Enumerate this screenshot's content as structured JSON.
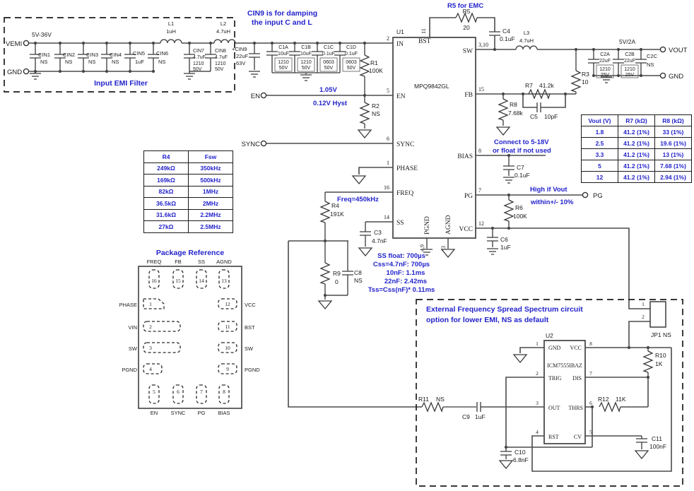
{
  "colors": {
    "annotation": "#2323cc",
    "wire": "#4b4b4b",
    "text": "#1a1a1a"
  },
  "emi": {
    "title": "Input EMI Filter",
    "rail": "5V-36V",
    "term_vemi": "VEMI",
    "term_gnd": "GND",
    "caps": [
      {
        "name": "CIN1",
        "value": "NS"
      },
      {
        "name": "CIN2",
        "value": "NS"
      },
      {
        "name": "CIN3",
        "value": "NS"
      },
      {
        "name": "CIN4",
        "value": "NS"
      },
      {
        "name": "CIN5",
        "value": "1uF"
      },
      {
        "name": "CIN6",
        "value": "NS"
      }
    ],
    "l1": {
      "name": "L1",
      "value": "1uH"
    },
    "l2": {
      "name": "L2",
      "value": "4.7uH"
    },
    "cin7": {
      "name": "CIN7",
      "value": "4.7uF",
      "size": "1210",
      "volt": "50V"
    },
    "cin8": {
      "name": "CIN8",
      "value": "4.7uF",
      "size": "1210",
      "volt": "50V"
    }
  },
  "input": {
    "note1": "CIN9 is for damping",
    "note2": "the input C and L",
    "cin9": {
      "name": "+CIN9",
      "value": "22uF",
      "volt": "63V"
    },
    "bank": [
      {
        "name": "C1A",
        "value": "10uF",
        "size": "1210",
        "volt": "50V"
      },
      {
        "name": "C1B",
        "value": "10uF",
        "size": "1210",
        "volt": "50V"
      },
      {
        "name": "C1C",
        "value": "0.1uF",
        "size": "0603",
        "volt": "50V"
      },
      {
        "name": "C1D",
        "value": "0.1uF",
        "size": "0603",
        "volt": "50V"
      }
    ],
    "r1": {
      "name": "R1",
      "value": "100K"
    }
  },
  "en": {
    "term": "EN",
    "vth": "1.05V",
    "hyst": "0.12V Hyst",
    "r2": {
      "name": "R2",
      "value": "NS"
    }
  },
  "sync_term": "SYNC",
  "u1": {
    "ref": "U1",
    "part": "MPQ9842GL",
    "pins": {
      "in": "IN",
      "in_n": "2",
      "en": "EN",
      "en_n": "5",
      "sync": "SYNC",
      "sync_n": "6",
      "phase": "PHASE",
      "phase_n": "1",
      "freq": "FREQ",
      "freq_n": "16",
      "ss": "SS",
      "ss_n": "14",
      "pgnd": "PGND",
      "pgnd_n": "4,9",
      "agnd": "AGND",
      "agnd_n": "13",
      "bst": "BST",
      "bst_n": "11",
      "sw": "SW",
      "sw_n": "3,10",
      "fb": "FB",
      "fb_n": "15",
      "bias": "BIAS",
      "bias_n": "8",
      "pg": "PG",
      "pg_n": "7",
      "vcc": "VCC",
      "vcc_n": "12"
    }
  },
  "bst": {
    "note": "R5 for EMC",
    "r5": {
      "name": "R5",
      "value": "20"
    },
    "c4": {
      "name": "C4",
      "value": "0.1uF"
    }
  },
  "output": {
    "l3": {
      "name": "L3",
      "value": "4.7uH"
    },
    "rating": "5V/2A",
    "term_vout": "VOUT",
    "term_gnd": "GND",
    "c2a": {
      "name": "C2A",
      "value": "22uF",
      "size": "1210",
      "volt": "25V"
    },
    "c2b": {
      "name": "C2B",
      "value": "22uF",
      "size": "1210",
      "volt": "25V"
    },
    "c2c": {
      "name": "C2C",
      "value": "NS"
    },
    "r3": {
      "name": "R3",
      "value": "10"
    }
  },
  "fb": {
    "r7": {
      "name": "R7",
      "value": "41.2k"
    },
    "c5": {
      "name": "C5",
      "value": "10pF"
    },
    "r8": {
      "name": "R8",
      "value": "7.68k"
    }
  },
  "bias": {
    "note1": "Connect to 5-18V",
    "note2": "or float if not used",
    "c7": {
      "name": "C7",
      "value": "0.1uF"
    }
  },
  "pg": {
    "note1": "High if Vout",
    "note2": "within+/- 10%",
    "term": "PG",
    "r6": {
      "name": "R6",
      "value": "100K"
    }
  },
  "vcc": {
    "c6": {
      "name": "C6",
      "value": "1uF"
    }
  },
  "vout_table": {
    "headers": [
      "Vout (V)",
      "R7 (kΩ)",
      "R8 (kΩ)"
    ],
    "rows": [
      [
        "1.8",
        "41.2 (1%)",
        "33 (1%)"
      ],
      [
        "2.5",
        "41.2 (1%)",
        "19.6 (1%)"
      ],
      [
        "3.3",
        "41.2 (1%)",
        "13 (1%)"
      ],
      [
        "5",
        "41.2 (1%)",
        "7.68 (1%)"
      ],
      [
        "12",
        "41.2 (1%)",
        "2.94 (1%)"
      ]
    ]
  },
  "freq": {
    "note": "Freq=450kHz",
    "r4": {
      "name": "R4",
      "value": "191K"
    },
    "r9": {
      "name": "R9",
      "value": "0"
    },
    "c8": {
      "name": "C8",
      "value": "NS"
    }
  },
  "ss": {
    "c3": {
      "name": "C3",
      "value": "4.7nF"
    },
    "notes": [
      "SS float: 700µs",
      "Css=4.7nF: 700µs",
      "10nF: 1.1ms",
      "22nF: 2.42ms",
      "Tss=Css(nF)* 0.11ms"
    ]
  },
  "fsw_table": {
    "headers": [
      "R4",
      "Fsw"
    ],
    "rows": [
      [
        "249kΩ",
        "350kHz"
      ],
      [
        "169kΩ",
        "500kHz"
      ],
      [
        "82kΩ",
        "1MHz"
      ],
      [
        "36.5kΩ",
        "2MHz"
      ],
      [
        "31.6kΩ",
        "2.2MHz"
      ],
      [
        "27kΩ",
        "2.5MHz"
      ]
    ]
  },
  "pkg": {
    "title": "Package Reference",
    "top": [
      "FREQ",
      "FB",
      "SS",
      "AGND"
    ],
    "top_n": [
      "16",
      "15",
      "14",
      "13"
    ],
    "left": [
      "PHASE",
      "VIN",
      "SW",
      "PGND"
    ],
    "left_n": [
      "1",
      "2",
      "3",
      "4"
    ],
    "right": [
      "VCC",
      "BST",
      "SW",
      "PGND"
    ],
    "right_n": [
      "12",
      "11",
      "10",
      "9"
    ],
    "bottom": [
      "EN",
      "SYNC",
      "PG",
      "BIAS"
    ],
    "bottom_n": [
      "5",
      "6",
      "7",
      "8"
    ]
  },
  "spread": {
    "title1": "External Frequency Spread Spectrum circuit",
    "title2": "option for lower EMI, NS as default",
    "u2": {
      "ref": "U2",
      "part": "ICM7555IBAZ",
      "pins": {
        "gnd": "GND",
        "gnd_n": "1",
        "trig": "TRIG",
        "trig_n": "2",
        "out": "OUT",
        "out_n": "3",
        "rst": "RST",
        "rst_n": "4",
        "vcc": "VCC",
        "vcc_n": "8",
        "dis": "DIS",
        "dis_n": "7",
        "thrs": "THRS",
        "thrs_n": "6",
        "cv": "CV",
        "cv_n": "5"
      }
    },
    "jp1": {
      "label": "JP1 NS",
      "p1": "1",
      "p2": "2"
    },
    "r10": {
      "name": "R10",
      "value": "1K"
    },
    "r11": {
      "name": "R11",
      "value": "NS"
    },
    "r12": {
      "name": "R12",
      "value": "11K"
    },
    "c9": {
      "name": "C9",
      "value": "1uF"
    },
    "c10": {
      "name": "C10",
      "value": "6.8nF"
    },
    "c11": {
      "name": "C11",
      "value": "100nF"
    }
  }
}
